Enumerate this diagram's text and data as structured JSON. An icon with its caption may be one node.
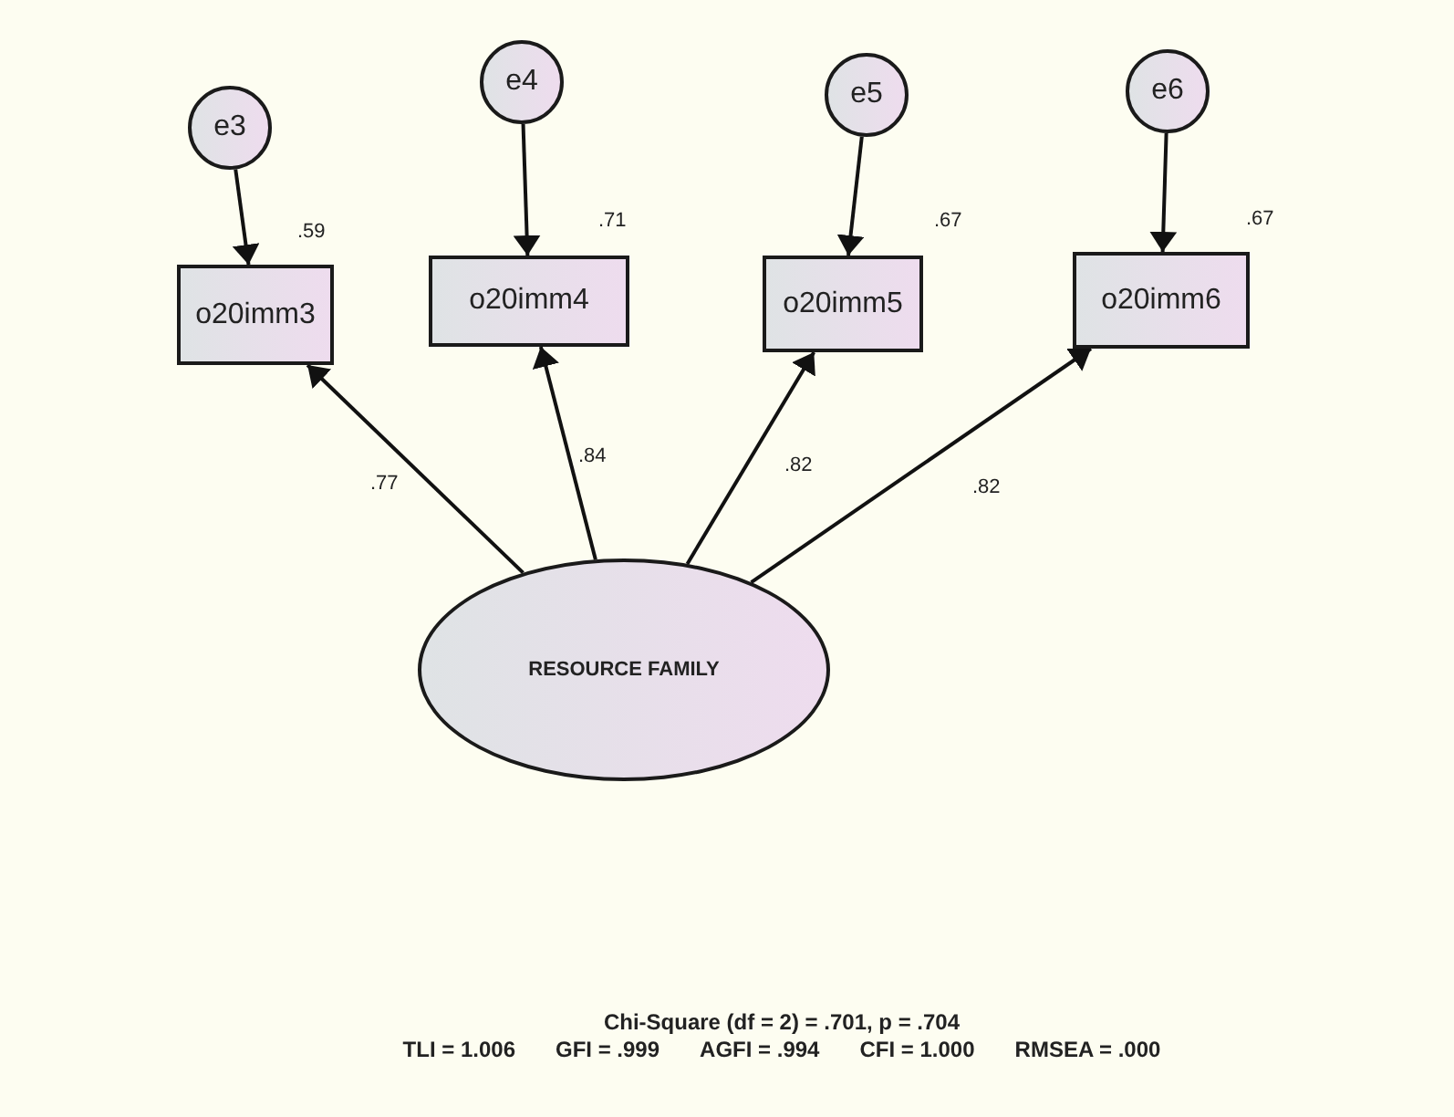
{
  "diagram": {
    "nodes": [
      {
        "text": [
          "e3"
        ]
      },
      {
        "text": [
          "e4"
        ]
      },
      {
        "text": [
          "e5"
        ]
      },
      {
        "text": [
          "e6"
        ]
      },
      {
        "text": [
          "o20imm3"
        ],
        "beside": [
          ".59"
        ]
      },
      {
        "text": [
          "o20imm4"
        ],
        "beside": [
          ".71"
        ]
      },
      {
        "text": [
          "o20imm5"
        ],
        "beside": [
          ".67"
        ]
      },
      {
        "text": [
          "o20imm6"
        ],
        "beside": [
          ".67"
        ]
      },
      {
        "text": [
          "RESOURCE FAMILY"
        ]
      }
    ],
    "edges": [
      {
        "from": 0,
        "to": 4,
        "arrow": "to"
      },
      {
        "from": 1,
        "to": 5,
        "arrow": "to"
      },
      {
        "from": 2,
        "to": 6,
        "arrow": "to"
      },
      {
        "from": 3,
        "to": 7,
        "arrow": "to"
      },
      {
        "from": 8,
        "to": 4,
        "arrow": "to",
        "label": ".77"
      },
      {
        "from": 8,
        "to": 5,
        "arrow": "to",
        "label": ".84"
      },
      {
        "from": 8,
        "to": 6,
        "arrow": "to",
        "label": ".82"
      },
      {
        "from": 8,
        "to": 7,
        "arrow": "to",
        "label": ".82"
      }
    ],
    "labels": [
      "Chi-Square (df = 2) = .701, p = .704",
      "TLI = 1.006",
      "GFI = .999",
      "AGFI = .994",
      "CFI = 1.000",
      "RMSEA = .000"
    ]
  }
}
